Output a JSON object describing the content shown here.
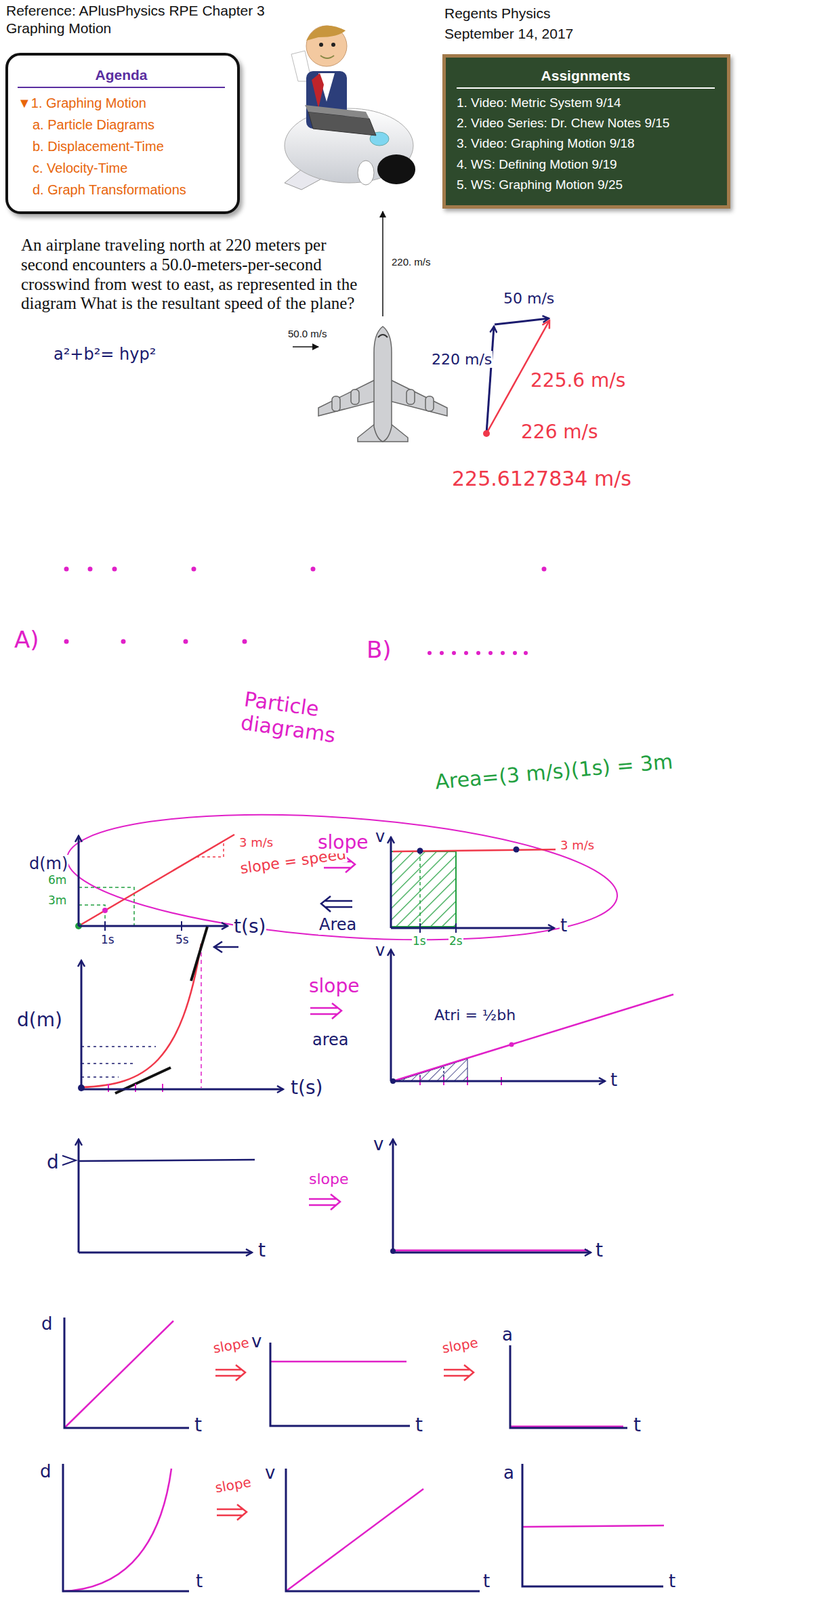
{
  "diagram": {
    "nodes": [
      {
        "text": [
          "Agenda",
          "▼1. Graphing Motion",
          "a. Particle Diagrams",
          "b. Displacement-Time",
          "c. Velocity-Time",
          "d. Graph Transformations"
        ]
      },
      {
        "text": [
          "Assignments",
          "1. Video: Metric System 9/14",
          "2. Video Series: Dr. Chew Notes 9/15",
          "3. Video: Graphing Motion 9/18",
          "4. WS: Defining Motion 9/19",
          "5. WS: Graphing Motion 9/25"
        ]
      }
    ],
    "labels": [
      "Reference: APlusPhysics RPE Chapter 3",
      "Graphing Motion",
      "Regents Physics",
      "September 14, 2017",
      "An airplane traveling north at 220 meters per second encounters a 50.0-meters-per-second crosswind from west to east, as represented in the diagram What is the resultant speed of the plane?",
      "220. m/s",
      "50.0 m/s",
      "a²+b²= hyp²",
      "50 m/s",
      "220 m/s",
      "225.6 m/s",
      "226 m/s",
      "225.6127834 m/s",
      "A)",
      "B)",
      "Particle diagrams",
      "Area=(3 m/s)(1s) = 3m",
      "d(m)",
      "6m",
      "3m",
      "1s",
      "5s",
      "t(s)",
      "3 m/s",
      "slope = speed",
      "slope",
      "Area",
      "v",
      "t",
      "3 m/s",
      "1s",
      "2s",
      "d(m)",
      "t(s)",
      "slope",
      "area",
      "v",
      "Atri = ½bh",
      "t",
      "d",
      "t",
      "slope",
      "v",
      "t",
      "d",
      "t",
      "slope",
      "v",
      "t",
      "slope",
      "a",
      "t",
      "d",
      "t",
      "slope",
      "v",
      "t",
      "a",
      "t"
    ]
  }
}
